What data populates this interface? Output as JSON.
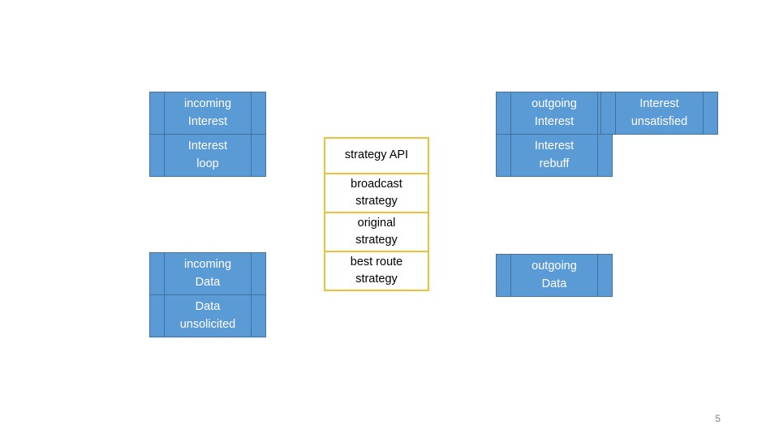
{
  "slide": {
    "page_number": "5",
    "colors": {
      "block_fill": "#5B9BD5",
      "block_border": "#41719C",
      "block_text": "#FFFFFF",
      "strategy_border": "#E8C33A",
      "strategy_fill": "#FFFFFF",
      "strategy_text": "#000000",
      "page_number_color": "#808080",
      "background": "#FFFFFF"
    }
  },
  "blocks": {
    "incoming_interest": {
      "rows": [
        {
          "line1": "incoming",
          "line2": "Interest"
        },
        {
          "line1": "Interest",
          "line2": "loop"
        }
      ]
    },
    "incoming_data": {
      "rows": [
        {
          "line1": "incoming",
          "line2": "Data"
        },
        {
          "line1": "Data",
          "line2": "unsolicited"
        }
      ]
    },
    "outgoing_interest": {
      "rows": [
        {
          "line1": "outgoing",
          "line2": "Interest"
        },
        {
          "line1": "Interest",
          "line2": "rebuff"
        }
      ]
    },
    "interest_unsatisfied": {
      "rows": [
        {
          "line1": "Interest",
          "line2": "unsatisfied"
        }
      ]
    },
    "outgoing_data": {
      "rows": [
        {
          "line1": "outgoing",
          "line2": "Data"
        }
      ]
    }
  },
  "strategy": {
    "rows": [
      {
        "line1": "strategy API",
        "line2": ""
      },
      {
        "line1": "broadcast",
        "line2": "strategy"
      },
      {
        "line1": "original",
        "line2": "strategy"
      },
      {
        "line1": "best route",
        "line2": "strategy"
      }
    ]
  }
}
